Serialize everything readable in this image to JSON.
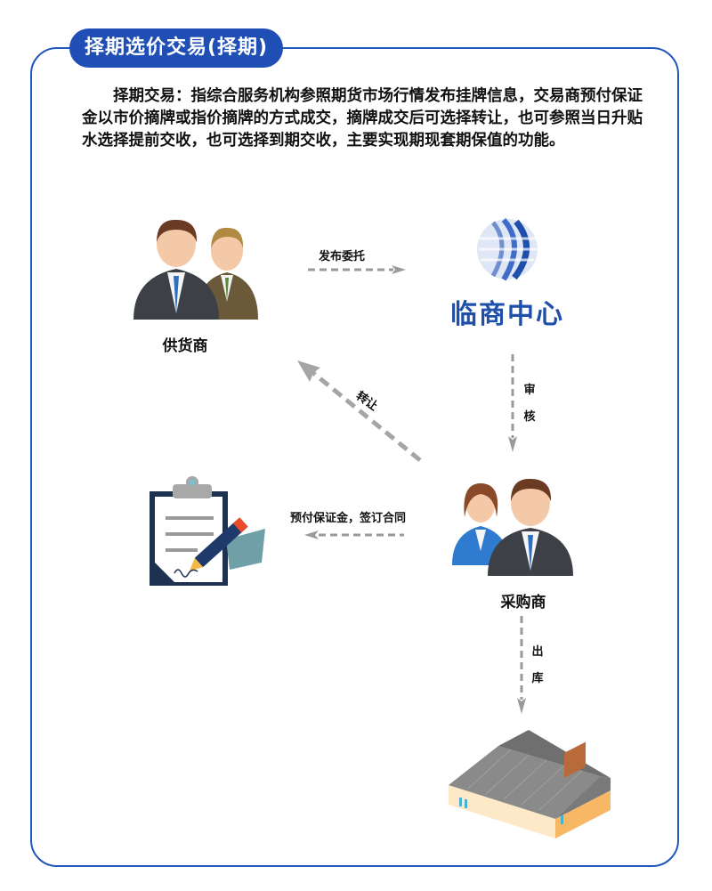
{
  "title": "择期选价交易(择期)",
  "intro": "择期交易：指综合服务机构参照期货市场行情发布挂牌信息，交易商预付保证金以市价摘牌或指价摘牌的方式成交，摘牌成交后可选择转让，也可参照当日升贴水选择提前交收，也可选择到期交收，主要实现期现套期保值的功能。",
  "nodes": {
    "supplier": {
      "label": "供货商",
      "icon": "supplier-people-icon"
    },
    "center": {
      "label": "临商中心",
      "icon": "globe-logo-icon"
    },
    "purchaser": {
      "label": "采购商",
      "icon": "purchaser-people-icon"
    },
    "contract": {
      "icon": "clipboard-contract-icon"
    },
    "warehouse": {
      "icon": "warehouse-icon"
    }
  },
  "edges": {
    "publish": {
      "from": "supplier",
      "to": "center",
      "label": "发布委托"
    },
    "review": {
      "from": "center",
      "to": "purchaser",
      "label_chars": [
        "审",
        "核"
      ]
    },
    "transfer": {
      "from": "purchaser",
      "to": "supplier",
      "label": "转让"
    },
    "sign": {
      "from": "purchaser",
      "to": "contract",
      "label": "预付保证金，签订合同"
    },
    "outbound": {
      "from": "purchaser",
      "to": "warehouse",
      "label_chars": [
        "出",
        "库"
      ]
    }
  },
  "colors": {
    "frame": "#2056c0",
    "title_bg": "#1f4fb5",
    "arrow": "#9a9a9a",
    "logo": "#1e4faa"
  }
}
